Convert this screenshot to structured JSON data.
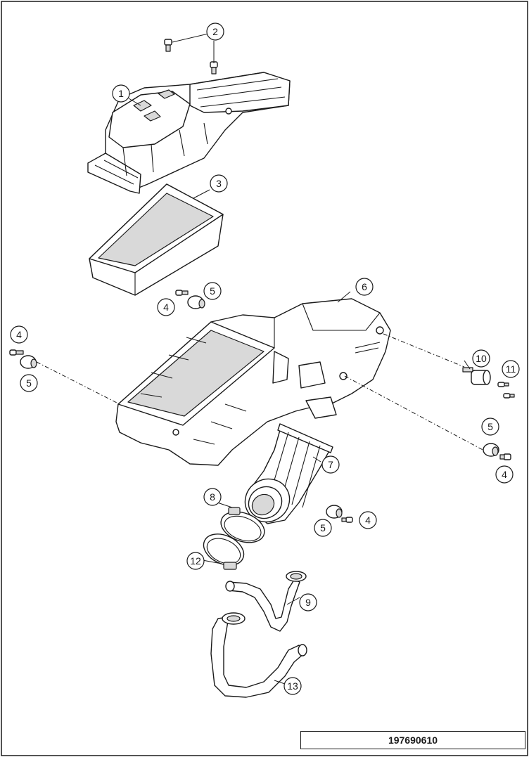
{
  "drawing_number": "197690610",
  "callouts": [
    {
      "label": "1"
    },
    {
      "label": "2"
    },
    {
      "label": "3"
    },
    {
      "label": "4"
    },
    {
      "label": "5"
    },
    {
      "label": "4"
    },
    {
      "label": "5"
    },
    {
      "label": "6"
    },
    {
      "label": "10"
    },
    {
      "label": "11"
    },
    {
      "label": "5"
    },
    {
      "label": "4"
    },
    {
      "label": "7"
    },
    {
      "label": "8"
    },
    {
      "label": "4"
    },
    {
      "label": "5"
    },
    {
      "label": "12"
    },
    {
      "label": "9"
    },
    {
      "label": "13"
    }
  ]
}
